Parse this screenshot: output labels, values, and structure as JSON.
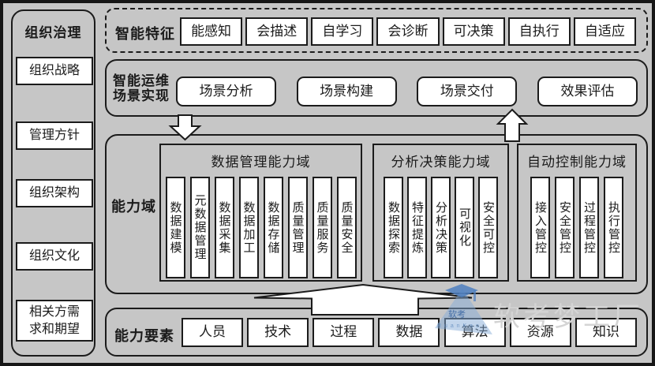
{
  "colors": {
    "background": "#c6c6c6",
    "border": "#1b1b1b",
    "box_fill": "#ffffff",
    "watermark_gray": "#d4d4d4",
    "logo_blue_dark": "#4d7fc0",
    "logo_blue_light": "#85abd8"
  },
  "sidebar": {
    "title": "组织治理",
    "items": [
      "组织战略",
      "管理方针",
      "组织架构",
      "组织文化",
      "相关方需求和期望"
    ]
  },
  "features": {
    "label": "智能特征",
    "items": [
      "能感知",
      "会描述",
      "自学习",
      "会诊断",
      "可决策",
      "自执行",
      "自适应"
    ]
  },
  "scenarios": {
    "label_line1": "智能运维",
    "label_line2": "场景实现",
    "items": [
      "场景分析",
      "场景构建",
      "场景交付",
      "效果评估"
    ]
  },
  "capability": {
    "label": "能力域",
    "groups": [
      {
        "title": "数据管理能力域",
        "items": [
          "数据建模",
          "元数据管理",
          "数据采集",
          "数据加工",
          "数据存储",
          "质量管理",
          "质量服务",
          "质量安全"
        ]
      },
      {
        "title": "分析决策能力域",
        "items": [
          "数据探索",
          "特征提炼",
          "分析决策",
          "可视化",
          "安全可控"
        ]
      },
      {
        "title": "自动控制能力域",
        "items": [
          "接入管控",
          "安全管控",
          "过程管控",
          "执行管控"
        ]
      }
    ]
  },
  "elements": {
    "label": "能力要素",
    "items": [
      "人员",
      "技术",
      "过程",
      "数据",
      "算法",
      "资源",
      "知识"
    ]
  },
  "watermark": {
    "text": "软考梦工厂",
    "logo_text": "软考",
    "logo_subtext": "R u a n K a o"
  }
}
